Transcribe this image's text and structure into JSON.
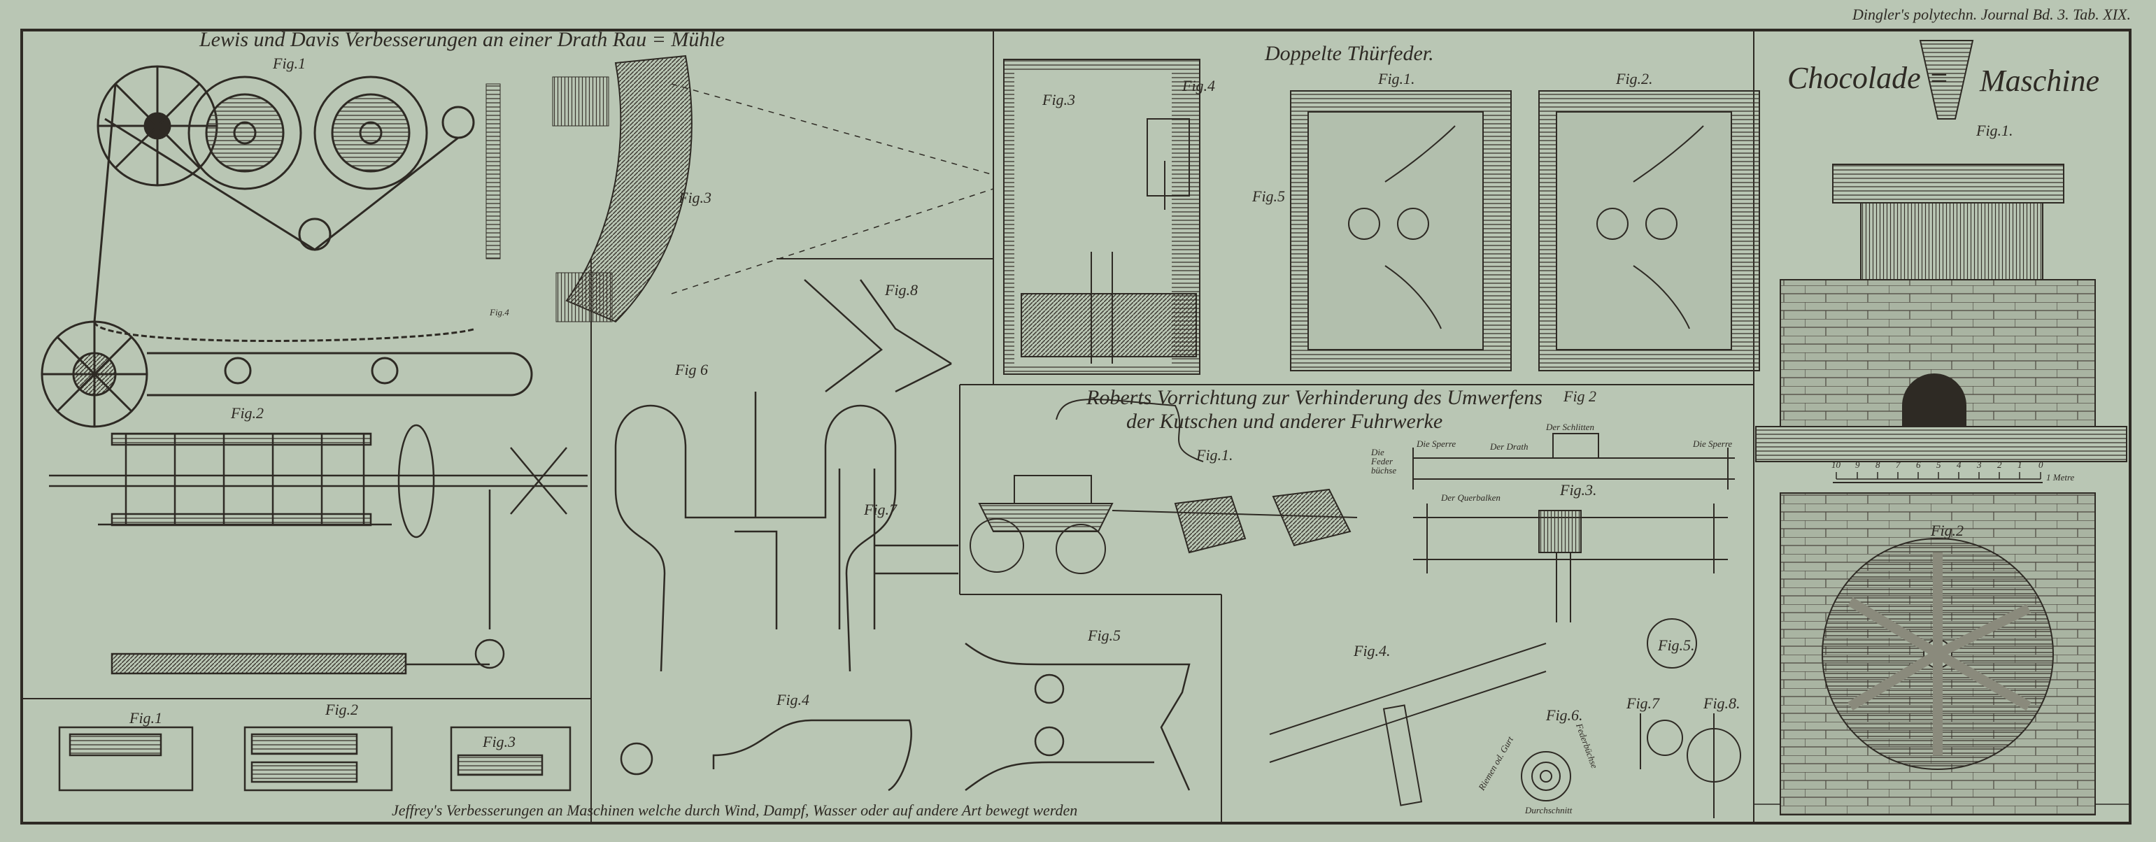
{
  "header": {
    "journal": "Dingler's polytechn. Journal Bd. 3. Tab. XIX."
  },
  "sections": {
    "lewis": {
      "title": "Lewis und Davis Verbesserungen an einer Drath Rau = Mühle",
      "figs": [
        "Fig.1",
        "Fig.2",
        "Fig.3",
        "Fig.4"
      ]
    },
    "jeffrey": {
      "caption": "Jeffrey's Verbesserungen an Maschinen welche durch Wind, Dampf, Wasser oder auf andere Art bewegt werden",
      "figs": [
        "Fig.1",
        "Fig.2",
        "Fig.3",
        "Fig.4",
        "Fig.5",
        "Fig 6",
        "Fig.7",
        "Fig.8"
      ]
    },
    "door": {
      "title": "Doppelte Thürfeder.",
      "figs": [
        "Fig.1.",
        "Fig.2.",
        "Fig.3",
        "Fig.4",
        "Fig.5"
      ]
    },
    "roberts": {
      "title_line1": "Roberts Vorrichtung zur Verhinderung des Umwerfens",
      "title_line2": "der Kutschen und anderer Fuhrwerke",
      "figs": [
        "Fig.1.",
        "Fig 2",
        "Fig.3.",
        "Fig.4.",
        "Fig.5.",
        "Fig.6.",
        "Fig.7",
        "Fig.8."
      ],
      "labels": {
        "sperre_left": "Die Sperre",
        "drath": "Der Drath",
        "schlitten": "Der Schlitten",
        "sperre_right": "Die Sperre",
        "federbuechse": "Die Feder büchse",
        "querbalken": "Der Querbalken",
        "durchschnitt": "Durchschnitt",
        "riemen": "Riemen od. Gurt",
        "federbuechse2": "Federbüchse"
      }
    },
    "chocolate": {
      "title_left": "Chocolade =",
      "title_right": "Maschine",
      "figs": [
        "Fig.1.",
        "Fig.2"
      ],
      "scale": {
        "ticks": [
          "10",
          "9",
          "8",
          "7",
          "6",
          "5",
          "4",
          "3",
          "2",
          "1",
          "0"
        ],
        "unit": "1 Metre"
      }
    }
  },
  "colors": {
    "paper": "#b9c6b4",
    "ink": "#2e2a24"
  }
}
